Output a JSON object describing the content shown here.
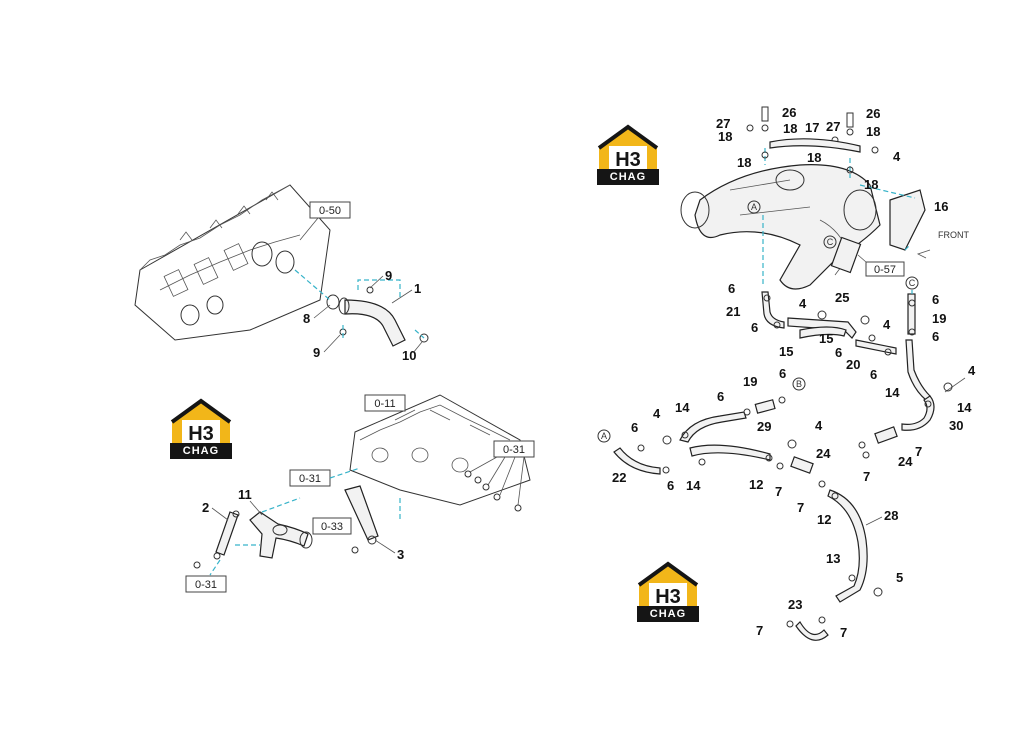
{
  "logo": {
    "mark": "H3",
    "text": "CHAG",
    "icon": "house-icon",
    "accent": "#f2b619"
  },
  "refs": {
    "r1": "0-50",
    "r2": "0-11",
    "r3": "0-31",
    "r4": "0-31",
    "r5": "0-33",
    "r6": "0-31",
    "r7": "0-57"
  },
  "front_label": "FRONT",
  "circle_labels": {
    "a": "A",
    "b": "B",
    "c": "C"
  },
  "callouts": {
    "tl": [
      "1",
      "8",
      "9",
      "9",
      "10"
    ],
    "bl": [
      "2",
      "11",
      "3"
    ],
    "rt": [
      "26",
      "27",
      "18",
      "17",
      "27",
      "26",
      "18",
      "18",
      "18",
      "18",
      "4",
      "16"
    ],
    "rm": [
      "6",
      "21",
      "4",
      "25",
      "6",
      "15",
      "15",
      "4",
      "6",
      "20",
      "6",
      "6",
      "19",
      "6",
      "14",
      "4",
      "14",
      "30"
    ],
    "rb": [
      "19",
      "6",
      "6",
      "4",
      "14",
      "29",
      "4",
      "6",
      "6",
      "22",
      "14",
      "12",
      "7",
      "24",
      "7",
      "24",
      "7",
      "7",
      "12",
      "28",
      "13",
      "5",
      "23",
      "7",
      "7"
    ]
  }
}
